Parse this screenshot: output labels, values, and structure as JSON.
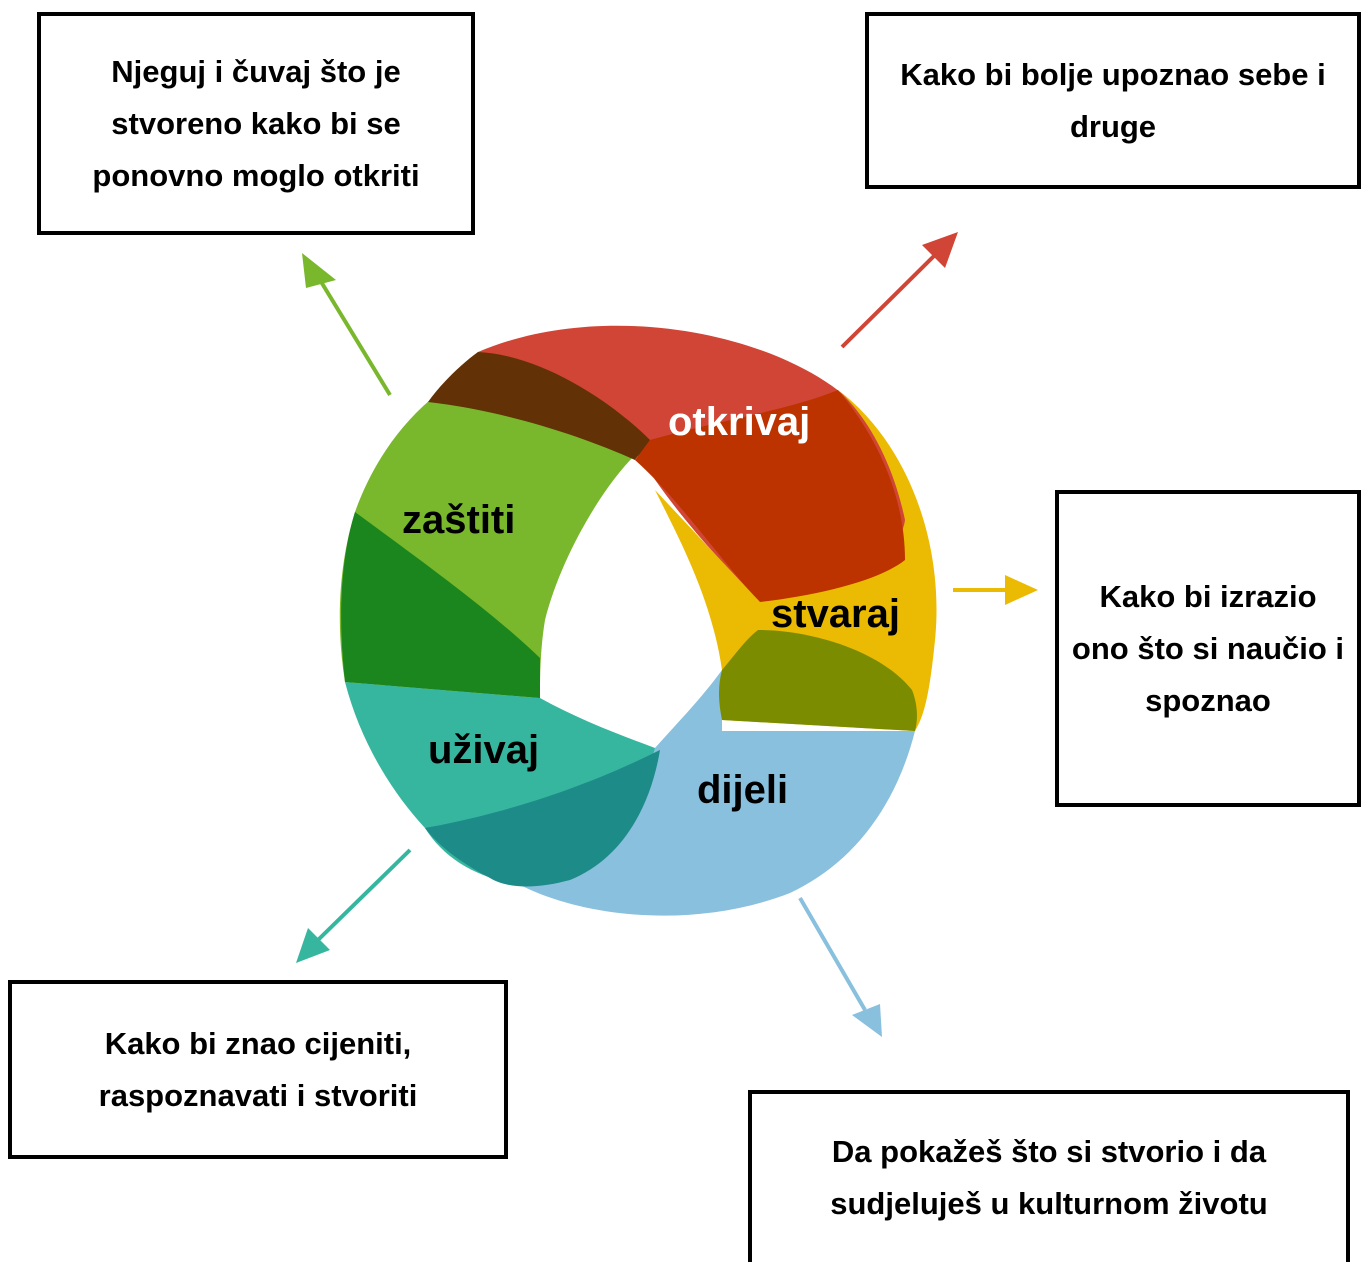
{
  "boxes": {
    "top_left": "Njeguj i čuvaj što je stvoreno kako bi se ponovno moglo otkriti",
    "top_right": "Kako bi bolje upoznao sebe i druge",
    "right": "Kako bi izrazio ono što si naučio i spoznao",
    "bottom_left": "Kako bi znao cijeniti, raspoznavati i stvoriti",
    "bottom_right": "Da pokažeš što si stvorio i da sudjeluješ u kulturnom životu"
  },
  "segments": {
    "otkrivaj": "otkrivaj",
    "stvaraj": "stvaraj",
    "dijeli": "dijeli",
    "uzivaj": "uživaj",
    "zastiti": "zaštiti"
  },
  "colors": {
    "red": "#D04535",
    "yellow": "#EBBA02",
    "blue": "#88C0DE",
    "teal": "#36B69F",
    "green": "#79B72D",
    "dark_green": "#1B861E",
    "dark_red": "#BC3300",
    "olive": "#7B8C00",
    "dark_teal": "#1D8B88",
    "brown": "#633106"
  }
}
